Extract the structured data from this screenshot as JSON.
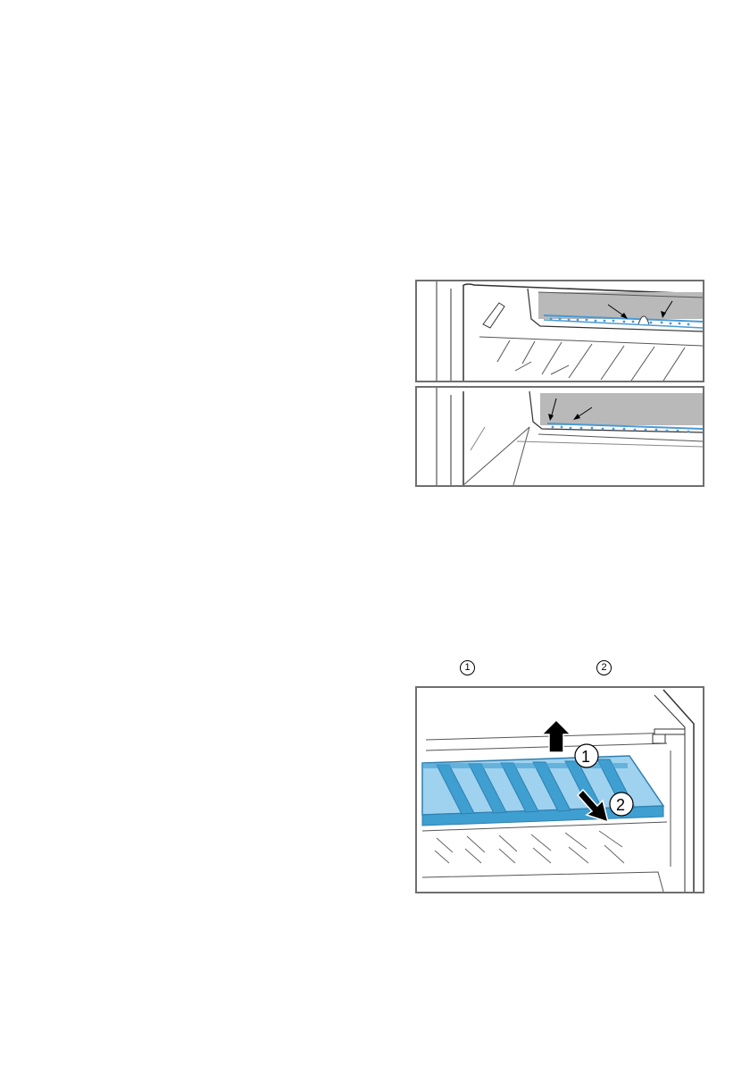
{
  "figures": {
    "step_markers": [
      "1",
      "2"
    ],
    "badge_1": "1",
    "badge_2": "2",
    "colors": {
      "frame": "#6f6f6f",
      "water": "#4a9ad4",
      "shelf_blue": "#3f9fd1",
      "shelf_blue_light": "#9fd2ef",
      "wall_grey": "#b9b9b9",
      "floor_grey": "#eeeeee"
    },
    "icons": [
      "up-arrow-icon",
      "down-right-arrow-icon",
      "water-drop-icon"
    ]
  }
}
